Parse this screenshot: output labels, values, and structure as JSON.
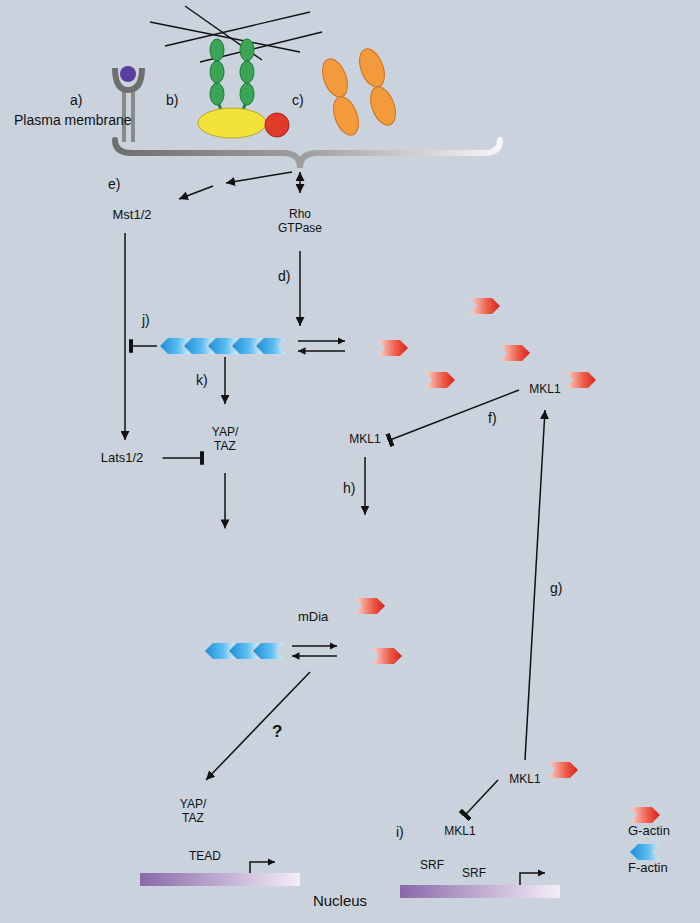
{
  "diagram": {
    "nodes": [
      {
        "text": [
          "Mst1/2"
        ]
      },
      {
        "text": [
          "Rho GTPase"
        ]
      },
      {
        "text": [
          "Lats1/2"
        ]
      },
      {
        "text": [
          "YAP/ TAZ"
        ]
      },
      {
        "text": [
          "MKL1"
        ]
      },
      {
        "text": [
          "MKL1"
        ]
      },
      {
        "text": [
          "Nucleus"
        ]
      },
      {
        "text": [
          "YAP/ TAZ"
        ],
        "in": 6
      },
      {
        "text": [
          "TEAD"
        ],
        "in": 6
      },
      {
        "text": [
          "MKL1"
        ],
        "in": 6
      },
      {
        "text": [
          "MKL1"
        ],
        "in": 6
      },
      {
        "text": [
          "SRF"
        ],
        "in": 6
      },
      {
        "text": [
          "SRF"
        ],
        "in": 6
      }
    ],
    "edges": [
      {
        "from": 0,
        "to": 2,
        "arrow": "to"
      },
      {
        "from": 2,
        "to": 3,
        "arrow": "to"
      },
      {
        "from": 3,
        "to": 6,
        "arrow": "to"
      },
      {
        "from": 4,
        "to": 5,
        "arrow": "to"
      },
      {
        "from": 5,
        "to": 6,
        "arrow": "to"
      },
      {
        "from": 9,
        "to": 4,
        "arrow": "to"
      },
      {
        "from": 9,
        "to": 10,
        "arrow": "to"
      }
    ],
    "labels": [
      "Plasma membrane",
      "a)",
      "b)",
      "c)",
      "d)",
      "e)",
      "f)",
      "g)",
      "h)",
      "i)",
      "j)",
      "k)",
      "mDia",
      "?"
    ],
    "legend": [
      {
        "text": "G-actin"
      },
      {
        "text": "F-actin"
      }
    ]
  }
}
